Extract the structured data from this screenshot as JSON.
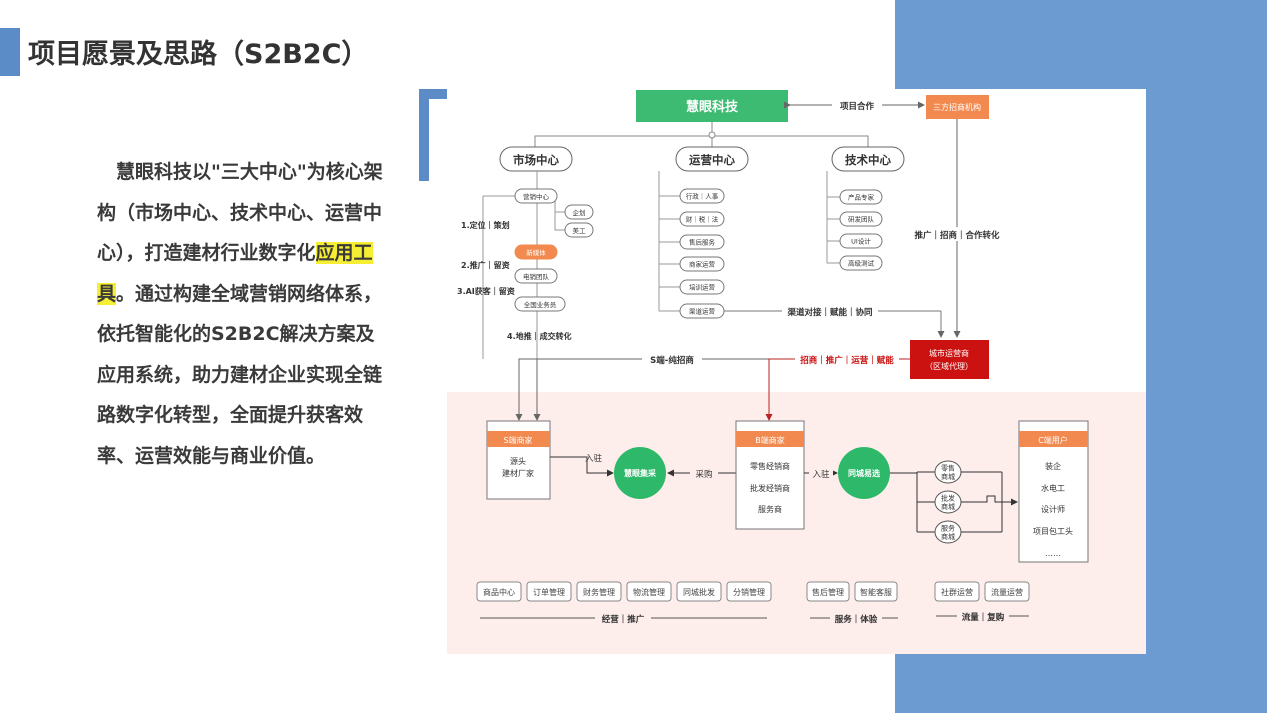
{
  "title": "项目愿景及思路（S2B2C）",
  "description": {
    "before": "慧眼科技以\"三大中心\"为核心架构（市场中心、技术中心、运营中心），打造建材行业数字化",
    "highlight": "应用工具",
    "after": "。通过构建全域营销网络体系，依托智能化的S2B2C解决方案及应用系统，助力建材企业实现全链路数字化转型，全面提升获客效率、运营效能与商业价值。"
  },
  "colors": {
    "accent_blue": "#5b8cc8",
    "panel_blue": "#6b9bd1",
    "top_green": "#3dbb73",
    "circle_green": "#2eb86a",
    "orange": "#f28a50",
    "dark_red": "#cc1111",
    "highlight_yellow": "#f6ee32",
    "pink_zone": "#fdeeec"
  },
  "diagram": {
    "top_node": "慧眼科技",
    "partner_link": "项目合作",
    "partner_node": "三方招商机构",
    "centers": {
      "market": "市场中心",
      "operation": "运营中心",
      "tech": "技术中心"
    },
    "market_items": {
      "marketing_center": "营销中心",
      "planning": "企划",
      "art": "美工",
      "new_media": "新媒体",
      "telemarketing": "电销团队",
      "national_sales": "全国业务员"
    },
    "market_steps": {
      "s1": "1.定位｜策划",
      "s2": "2.推广｜留资",
      "s3": "3.AI获客｜留资",
      "s4": "4.地推｜成交转化"
    },
    "operation_items": [
      "行政｜人事",
      "财｜税｜法",
      "售后服务",
      "商家运营",
      "培训运营",
      "渠道运营"
    ],
    "tech_items": [
      "产品专家",
      "研发团队",
      "UI设计",
      "高级测试"
    ],
    "partner_flow": "推广｜招商｜合作转化",
    "channel_link": "渠道对接｜赋能｜协同",
    "city_operator": {
      "line1": "城市运营商",
      "line2": "（区域代理）"
    },
    "s_pure": "S端-纯招商",
    "city_flow": "招商｜推广｜运营｜赋能",
    "s_merchant": {
      "header": "S端商家",
      "line1": "源头",
      "line2": "建材厂家"
    },
    "settle_in_1": "入驻",
    "collective_purchase": "慧眼集采",
    "purchase": "采购",
    "b_merchant": {
      "header": "B端商家",
      "items": [
        "零售经销商",
        "批发经销商",
        "服务商"
      ]
    },
    "settle_in_2": "入驻",
    "local_select": "同城易选",
    "malls": [
      {
        "line1": "零售",
        "line2": "商城"
      },
      {
        "line1": "批发",
        "line2": "商城"
      },
      {
        "line1": "服务",
        "line2": "商城"
      }
    ],
    "c_user": {
      "header": "C端用户",
      "items": [
        "装企",
        "水电工",
        "设计师",
        "项目包工头",
        "……"
      ]
    },
    "modules": {
      "ops": [
        "商品中心",
        "订单管理",
        "财务管理",
        "物流管理",
        "同城批发",
        "分销管理"
      ],
      "service": [
        "售后管理",
        "智能客服"
      ],
      "traffic": [
        "社群运营",
        "流量运营"
      ]
    },
    "groups": {
      "ops": "经营｜推广",
      "service": "服务｜体验",
      "traffic": "流量｜复购"
    }
  }
}
